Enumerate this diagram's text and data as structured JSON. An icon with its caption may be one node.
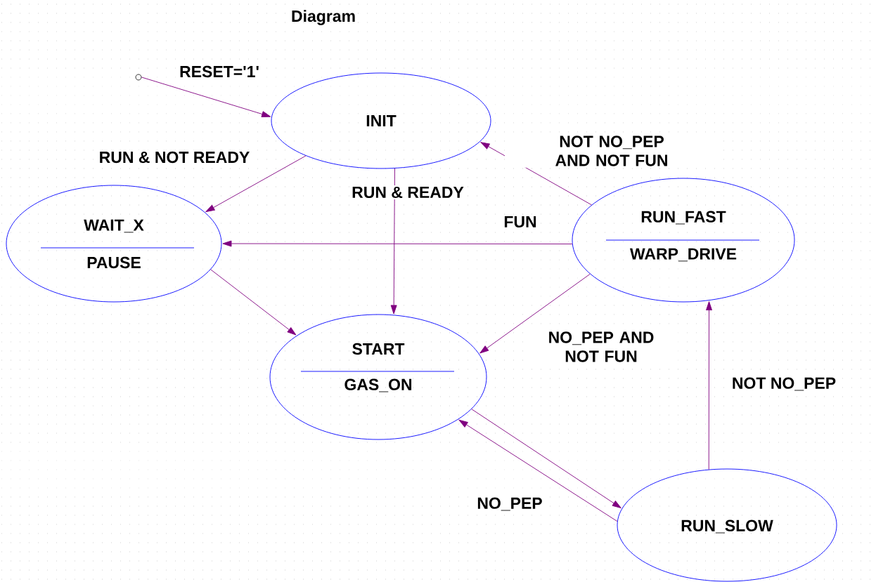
{
  "diagram": {
    "title": "Diagram",
    "nodes": [
      {
        "text": [],
        "shape": "circle"
      },
      {
        "text": [
          "INIT"
        ]
      },
      {
        "text": [
          "WAIT_X",
          "PAUSE"
        ]
      },
      {
        "text": [
          "RUN_FAST",
          "WARP_DRIVE"
        ]
      },
      {
        "text": [
          "START",
          "GAS_ON"
        ]
      },
      {
        "text": [
          "RUN_SLOW"
        ]
      }
    ],
    "edges": [
      {
        "from": 0,
        "to": 1,
        "arrow": "to",
        "label": "RESET='1'"
      },
      {
        "from": 1,
        "to": 2,
        "arrow": "to",
        "label": "RUN & NOT READY"
      },
      {
        "from": 1,
        "to": 4,
        "arrow": "to",
        "label": "RUN & READY"
      },
      {
        "from": 3,
        "to": 1,
        "arrow": "to",
        "label": "NOT NO_PEP AND NOT FUN"
      },
      {
        "from": 3,
        "to": 2,
        "arrow": "to",
        "label": "FUN"
      },
      {
        "from": 2,
        "to": 4,
        "arrow": "to"
      },
      {
        "from": 3,
        "to": 4,
        "arrow": "to",
        "label": "NO_PEP AND NOT FUN"
      },
      {
        "from": 4,
        "to": 5,
        "arrow": "to"
      },
      {
        "from": 5,
        "to": 4,
        "arrow": "to",
        "label": "NO_PEP"
      },
      {
        "from": 5,
        "to": 3,
        "arrow": "to",
        "label": "NOT NO_PEP"
      }
    ]
  }
}
